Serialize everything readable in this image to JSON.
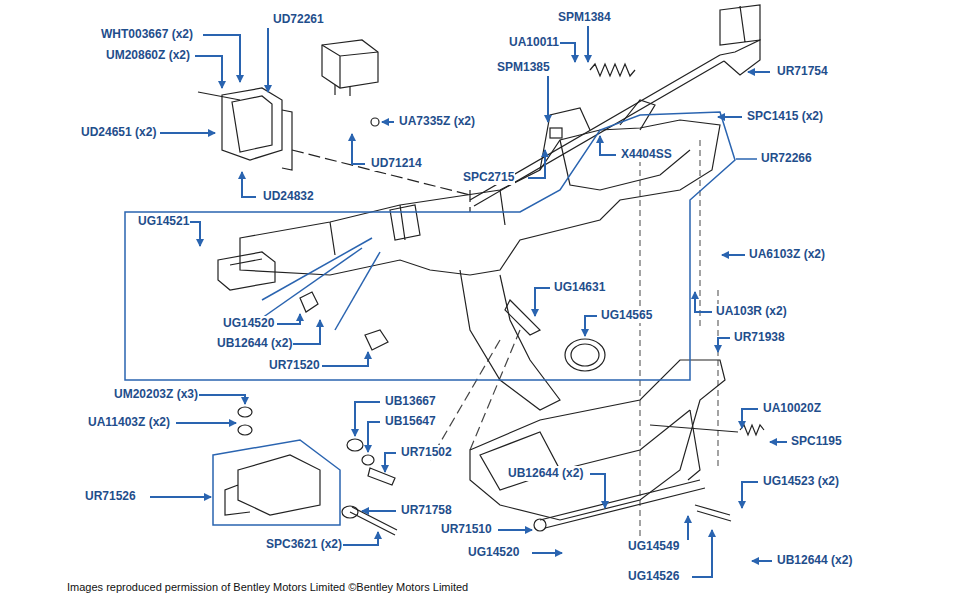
{
  "diagram": {
    "caption": "Images reproduced permission of Bentley Motors Limited ©Bentley Motors Limited",
    "labels": [
      "WHT003667 (x2)",
      "UD72261",
      "SPM1384",
      "UA10011",
      "UM20860Z (x2)",
      "SPM1385",
      "UR71754",
      "UA7335Z (x2)",
      "SPC1415 (x2)",
      "UD24651 (x2)",
      "X4404SS",
      "UR72266",
      "UD71214",
      "SPC2715",
      "UD24832",
      "UG14521",
      "UA6103Z (x2)",
      "UG14631",
      "UA103R (x2)",
      "UG14565",
      "UG14520",
      "UR71938",
      "UB12644 (x2)",
      "UR71520",
      "UM20203Z (x3)",
      "UB13667",
      "UA10020Z",
      "UA11403Z (x2)",
      "UB15647",
      "SPC1195",
      "UR71502",
      "UB12644 (x2)",
      "UG14523 (x2)",
      "UR71526",
      "UR71758",
      "UR71510",
      "SPC3621 (x2)",
      "UG14549",
      "UG14520",
      "UB12644 (x2)",
      "UG14526"
    ]
  }
}
